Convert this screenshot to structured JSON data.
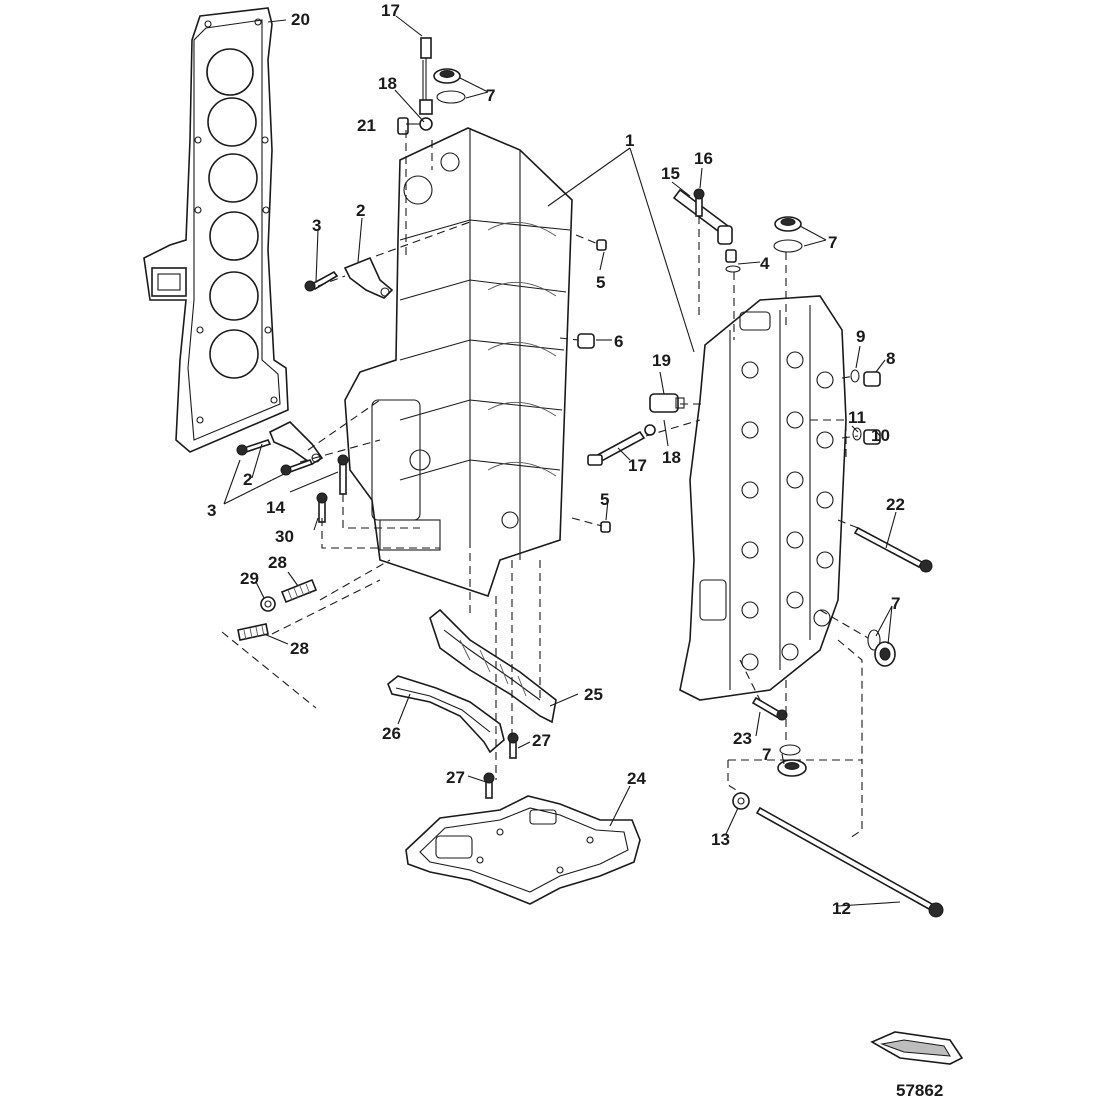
{
  "diagram": {
    "drawing_number": "57862",
    "callouts": [
      "1",
      "2",
      "2",
      "3",
      "3",
      "4",
      "5",
      "5",
      "6",
      "7",
      "7",
      "7",
      "7",
      "8",
      "9",
      "10",
      "11",
      "12",
      "13",
      "14",
      "15",
      "16",
      "17",
      "17",
      "18",
      "18",
      "19",
      "20",
      "21",
      "22",
      "23",
      "24",
      "25",
      "26",
      "27",
      "27",
      "28",
      "28",
      "29",
      "30"
    ]
  },
  "colors": {
    "line": "#1a1a1a",
    "background": "#ffffff",
    "shade": "#bdbdbd"
  }
}
